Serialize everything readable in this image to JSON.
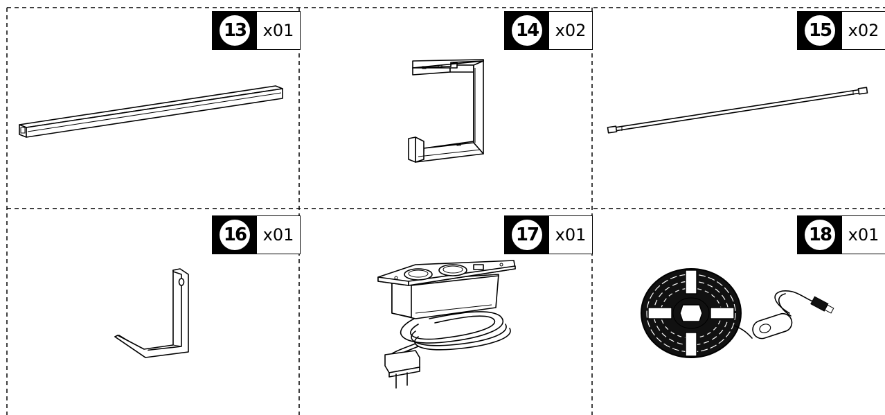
{
  "parts": [
    {
      "number": "13",
      "quantity": "x01",
      "icon": "rail-bar"
    },
    {
      "number": "14",
      "quantity": "x02",
      "icon": "u-bracket"
    },
    {
      "number": "15",
      "quantity": "x02",
      "icon": "threaded-rod"
    },
    {
      "number": "16",
      "quantity": "x01",
      "icon": "l-hook"
    },
    {
      "number": "17",
      "quantity": "x01",
      "icon": "power-socket-strip"
    },
    {
      "number": "18",
      "quantity": "x01",
      "icon": "led-strip-reel"
    }
  ]
}
